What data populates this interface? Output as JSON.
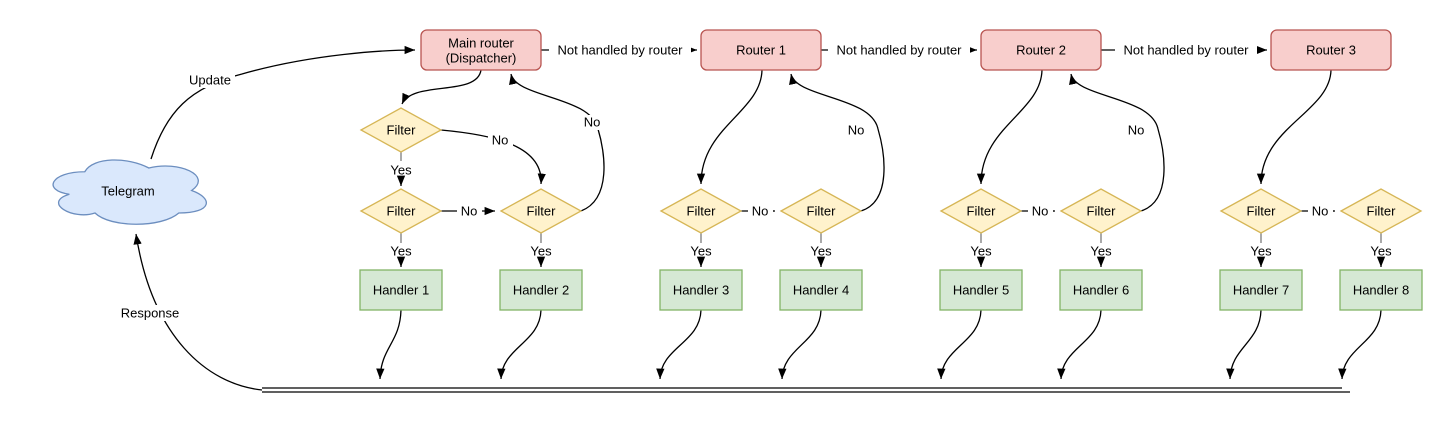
{
  "diagram": {
    "cloud": {
      "label": "Telegram"
    },
    "dispatcher": {
      "line1": "Main router",
      "line2": "(Dispatcher)"
    },
    "routers": [
      {
        "label": "Router 1"
      },
      {
        "label": "Router 2"
      },
      {
        "label": "Router 3"
      }
    ],
    "filter_label": "Filter",
    "handlers": [
      {
        "label": "Handler 1"
      },
      {
        "label": "Handler 2"
      },
      {
        "label": "Handler 3"
      },
      {
        "label": "Handler 4"
      },
      {
        "label": "Handler 5"
      },
      {
        "label": "Handler 6"
      },
      {
        "label": "Handler 7"
      },
      {
        "label": "Handler 8"
      }
    ],
    "edge_labels": {
      "update": "Update",
      "response": "Response",
      "not_handled": "Not handled by router",
      "yes": "Yes",
      "no": "No"
    },
    "colors": {
      "router_fill": "#f8cecc",
      "router_stroke": "#b85450",
      "filter_fill": "#fff2cc",
      "filter_stroke": "#d6b656",
      "handler_fill": "#d5e8d4",
      "handler_stroke": "#82b366",
      "cloud_fill": "#dae8fc",
      "cloud_stroke": "#6c8ebf"
    }
  }
}
